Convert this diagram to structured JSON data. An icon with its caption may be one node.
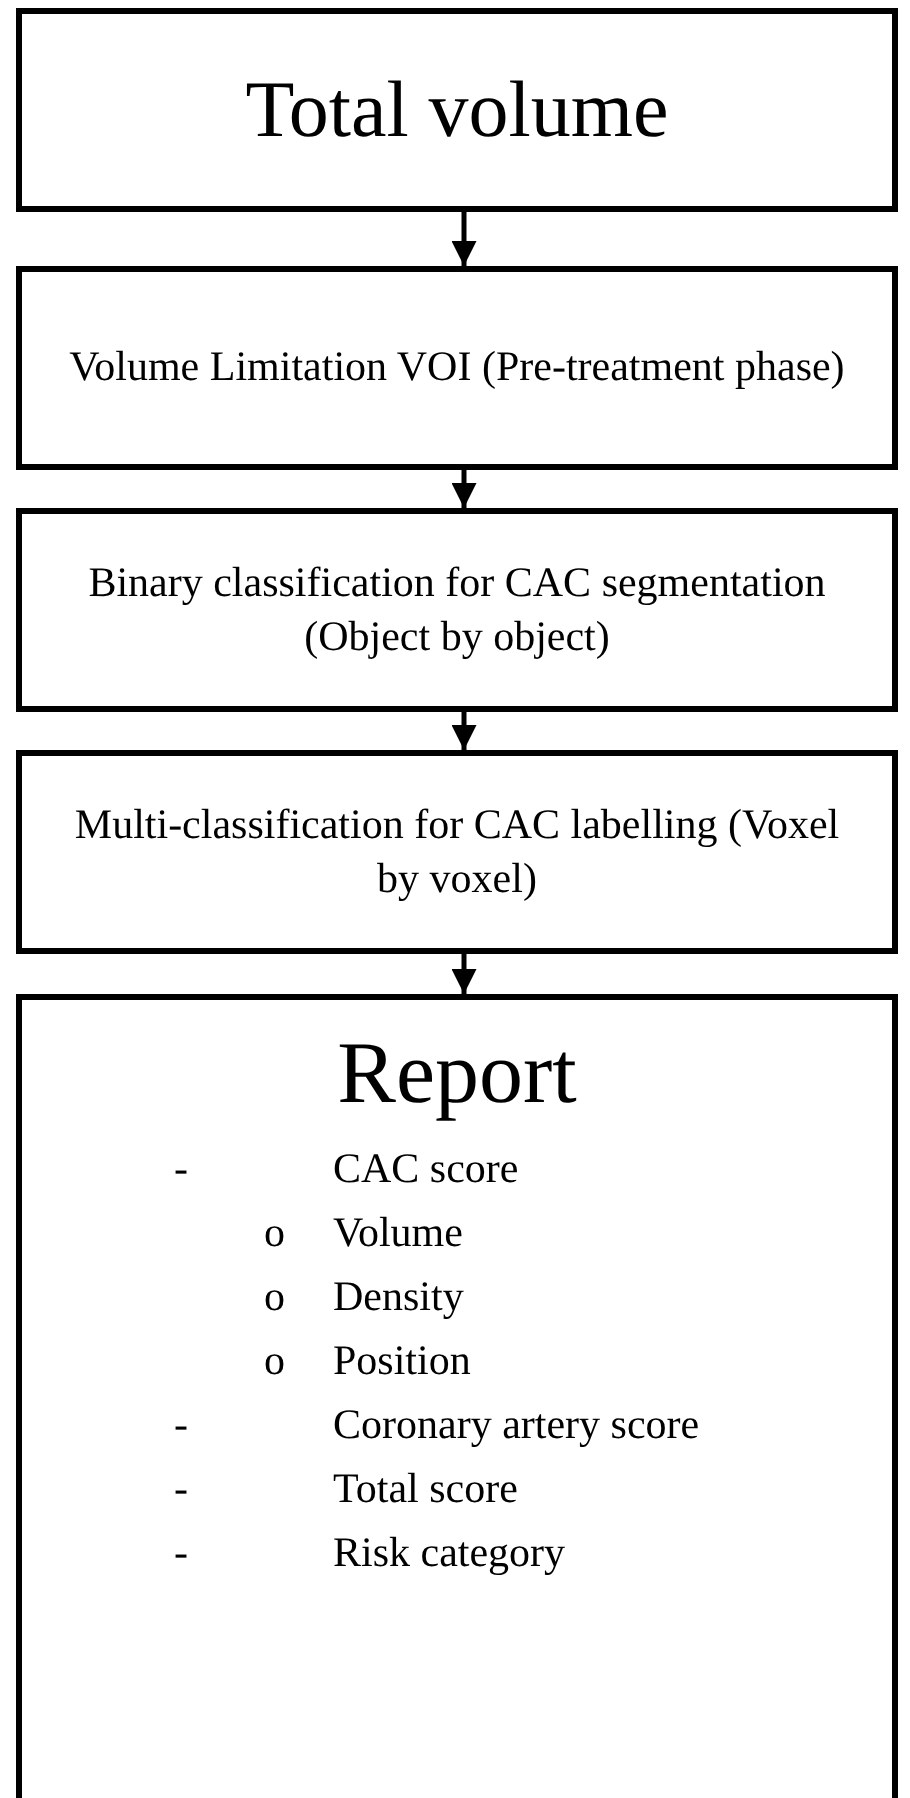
{
  "diagram": {
    "nodes": [
      {
        "text": [
          "Total volume"
        ]
      },
      {
        "text": [
          "Volume Limitation VOI (Pre-treatment phase)"
        ]
      },
      {
        "text": [
          "Binary classification for CAC segmentation (Object by object)"
        ]
      },
      {
        "text": [
          "Multi-classification for CAC labelling (Voxel by voxel)"
        ]
      },
      {
        "text": [
          "Report",
          "-",
          "CAC score",
          "o",
          "Volume",
          "o",
          "Density",
          "o",
          "Position",
          "-",
          "Coronary artery score",
          "-",
          "Total score",
          "-",
          "Risk category"
        ]
      }
    ],
    "edges": [
      {
        "from": 0,
        "to": 1,
        "arrow": "to"
      },
      {
        "from": 1,
        "to": 2,
        "arrow": "to"
      },
      {
        "from": 2,
        "to": 3,
        "arrow": "to"
      },
      {
        "from": 3,
        "to": 4,
        "arrow": "to"
      }
    ]
  }
}
